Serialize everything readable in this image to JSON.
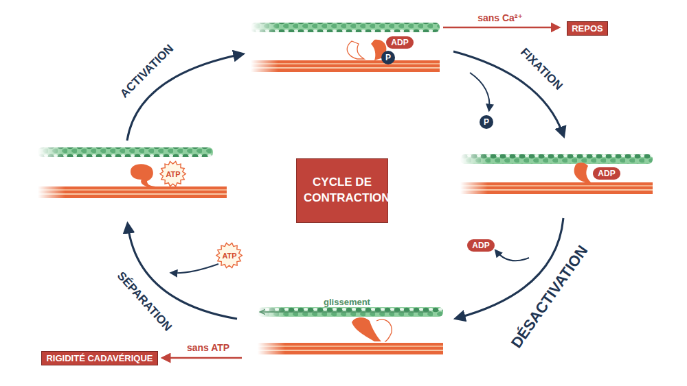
{
  "diagram": {
    "nodes": [
      {
        "text": [
          "ADP"
        ]
      },
      {
        "text": [
          "P"
        ]
      },
      {
        "text": [
          "REPOS"
        ]
      },
      {
        "text": [
          "ATP"
        ]
      },
      {
        "text": [
          "CYCLE DE CONTRACTION"
        ]
      },
      {
        "text": [
          "P"
        ]
      },
      {
        "text": [
          "ADP"
        ]
      },
      {
        "text": [
          "ADP"
        ]
      },
      {
        "text": [
          "ATP"
        ]
      },
      {
        "text": [
          "RIGIDITÉ CADAVÉRIQUE"
        ]
      }
    ],
    "labels": [
      "ACTIVATION",
      "FIXATION",
      "DÉSACTIVATION",
      "SÉPARATION",
      "sans Ca²⁺",
      "glissement",
      "sans ATP"
    ]
  }
}
